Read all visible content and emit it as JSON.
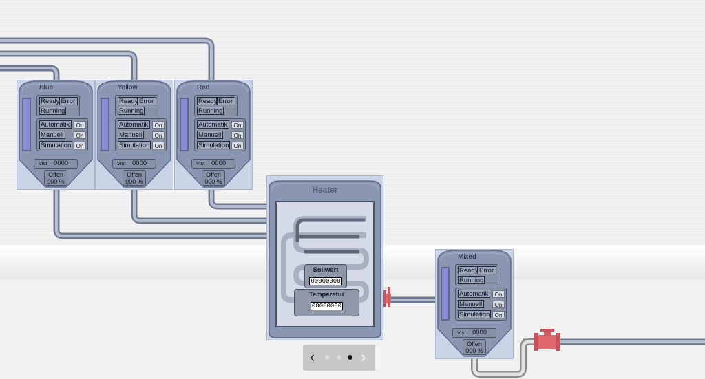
{
  "tanks": [
    {
      "name": "Blue",
      "ready": "Ready",
      "error": "Error",
      "running": "Running",
      "automatik": "Automatik",
      "manuell": "Manuell",
      "simulation": "Simulation",
      "on1": "On",
      "on2": "On",
      "on3": "On",
      "vist_label": "Vist",
      "vist_value": "0000",
      "offen": "Offen",
      "percent": "000 %"
    },
    {
      "name": "Yellow",
      "ready": "Ready",
      "error": "Error",
      "running": "Running",
      "automatik": "Automatik",
      "manuell": "Manuell",
      "simulation": "Simulation",
      "on1": "On",
      "on2": "On",
      "on3": "On",
      "vist_label": "Vist",
      "vist_value": "0000",
      "offen": "Offen",
      "percent": "000 %"
    },
    {
      "name": "Red",
      "ready": "Ready",
      "error": "Error",
      "running": "Running",
      "automatik": "Automatik",
      "manuell": "Manuell",
      "simulation": "Simulation",
      "on1": "On",
      "on2": "On",
      "on3": "On",
      "vist_label": "Vist",
      "vist_value": "0000",
      "offen": "Offen",
      "percent": "000 %"
    },
    {
      "name": "Mixed",
      "ready": "Ready",
      "error": "Error",
      "running": "Running",
      "automatik": "Automatik",
      "manuell": "Manuell",
      "simulation": "Simulation",
      "on1": "On",
      "on2": "On",
      "on3": "On",
      "vist_label": "Vist",
      "vist_value": "0000",
      "offen": "Offen",
      "percent": "000 %"
    }
  ],
  "heater": {
    "title": "Heater",
    "sollwert_label": "Sollwert",
    "sollwert_value": "00000000",
    "temperatur_label": "Temperatur",
    "temperatur_value": "00000000"
  },
  "pager": {
    "prev": "‹",
    "next": "›",
    "pages": 3,
    "active_page": 3
  },
  "colors": {
    "pipe": "#8e98ae",
    "valve": "#e0696f",
    "tank_body": "#8b96b2",
    "panel": "#c9d4e6",
    "level": "#8a8ad6"
  }
}
